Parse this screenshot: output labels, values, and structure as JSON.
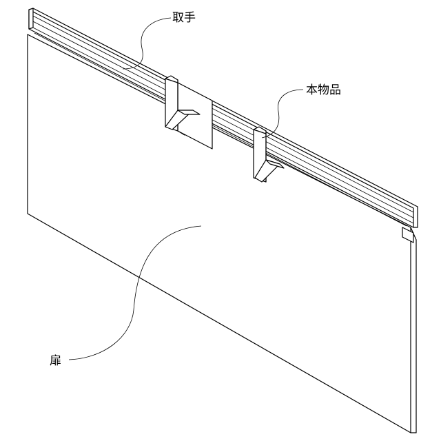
{
  "labels": {
    "handle": "取手",
    "product": "本物品",
    "door": "扉"
  }
}
